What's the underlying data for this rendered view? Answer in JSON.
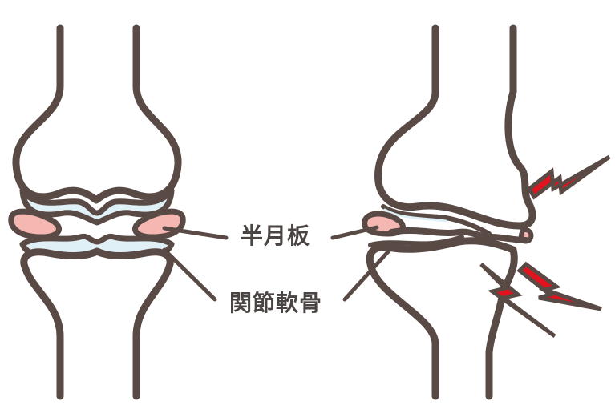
{
  "labels": {
    "meniscus": "半月板",
    "articular_cartilage": "関節軟骨"
  },
  "colors": {
    "bone_outline": "#5a4a45",
    "cartilage_fill": "#dff1f7",
    "meniscus_fill": "#f4b7b2",
    "label_text": "#4a4443",
    "pain_mark_fill": "#e0141e"
  },
  "icons": [
    "healthy-knee-joint",
    "damaged-knee-joint",
    "pain-lightning-icon"
  ]
}
